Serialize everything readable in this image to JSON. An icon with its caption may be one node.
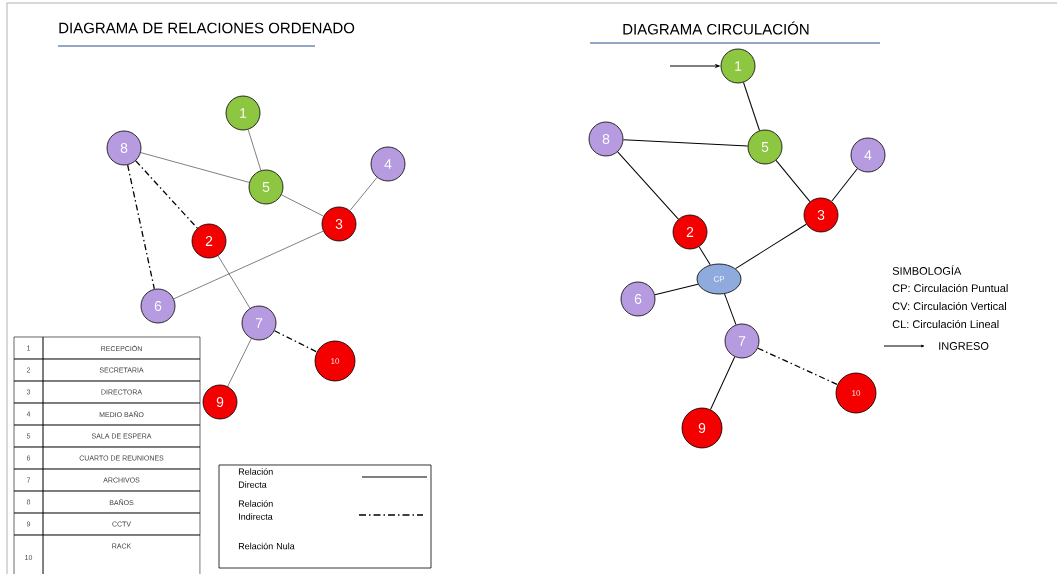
{
  "diagram": {
    "nodes": [
      {
        "text": [
          "1"
        ]
      },
      {
        "text": [
          "2"
        ]
      },
      {
        "text": [
          "3"
        ]
      },
      {
        "text": [
          "4"
        ]
      },
      {
        "text": [
          "5"
        ]
      },
      {
        "text": [
          "6"
        ]
      },
      {
        "text": [
          "7"
        ]
      },
      {
        "text": [
          "8"
        ]
      },
      {
        "text": [
          "9"
        ]
      },
      {
        "text": [
          "10"
        ]
      },
      {
        "text": [
          "1"
        ]
      },
      {
        "text": [
          "2"
        ]
      },
      {
        "text": [
          "3"
        ]
      },
      {
        "text": [
          "4"
        ]
      },
      {
        "text": [
          "5"
        ]
      },
      {
        "text": [
          "6"
        ]
      },
      {
        "text": [
          "7"
        ]
      },
      {
        "text": [
          "8"
        ]
      },
      {
        "text": [
          "9"
        ]
      },
      {
        "text": [
          "10"
        ]
      },
      {
        "text": [
          "CP"
        ]
      }
    ],
    "edges": [
      {
        "from": 0,
        "to": 4,
        "arrow": "none"
      },
      {
        "from": 7,
        "to": 4,
        "arrow": "none"
      },
      {
        "from": 4,
        "to": 2,
        "arrow": "none"
      },
      {
        "from": 2,
        "to": 3,
        "arrow": "none"
      },
      {
        "from": 7,
        "to": 1,
        "arrow": "none",
        "style": "dashed"
      },
      {
        "from": 7,
        "to": 5,
        "arrow": "none",
        "style": "dashed"
      },
      {
        "from": 2,
        "to": 5,
        "arrow": "none"
      },
      {
        "from": 1,
        "to": 6,
        "arrow": "none"
      },
      {
        "from": 6,
        "to": 8,
        "arrow": "none"
      },
      {
        "from": 6,
        "to": 9,
        "arrow": "none",
        "style": "dashed"
      },
      {
        "from": null,
        "to": 10,
        "arrow": "to"
      },
      {
        "from": 10,
        "to": 14,
        "arrow": "none"
      },
      {
        "from": 17,
        "to": 14,
        "arrow": "none"
      },
      {
        "from": 14,
        "to": 12,
        "arrow": "none"
      },
      {
        "from": 12,
        "to": 13,
        "arrow": "none"
      },
      {
        "from": 17,
        "to": 11,
        "arrow": "none"
      },
      {
        "from": 11,
        "to": 20,
        "arrow": "none"
      },
      {
        "from": 12,
        "to": 20,
        "arrow": "none"
      },
      {
        "from": 15,
        "to": 20,
        "arrow": "none"
      },
      {
        "from": 20,
        "to": 16,
        "arrow": "none"
      },
      {
        "from": 16,
        "to": 18,
        "arrow": "none"
      },
      {
        "from": 16,
        "to": 19,
        "arrow": "none",
        "style": "dashed"
      }
    ],
    "labels": [
      "DIAGRAMA DE RELACIONES ORDENADO",
      "DIAGRAMA CIRCULACIÓN",
      "SIMBOLOGÍA",
      "CP: Circulación Puntual",
      "CV: Circulación Vertical",
      "CL: Circulación Lineal",
      "1",
      "RECEPCIÓN",
      "2",
      "SECRETARIA",
      "3",
      "DIRECTORA",
      "4",
      "MEDIO BAÑO",
      "5",
      "SALA DE ESPERA",
      "6",
      "CUARTO DE REUNIONES",
      "7",
      "ARCHIVOS",
      "8",
      "BAÑOS",
      "9",
      "CCTV",
      "10",
      "RACK"
    ],
    "legend": [
      {
        "text": "Relación Directa"
      },
      {
        "text": "Relación Indirecta"
      },
      {
        "text": "Relación Nula"
      },
      {
        "text": "INGRESO"
      }
    ]
  }
}
